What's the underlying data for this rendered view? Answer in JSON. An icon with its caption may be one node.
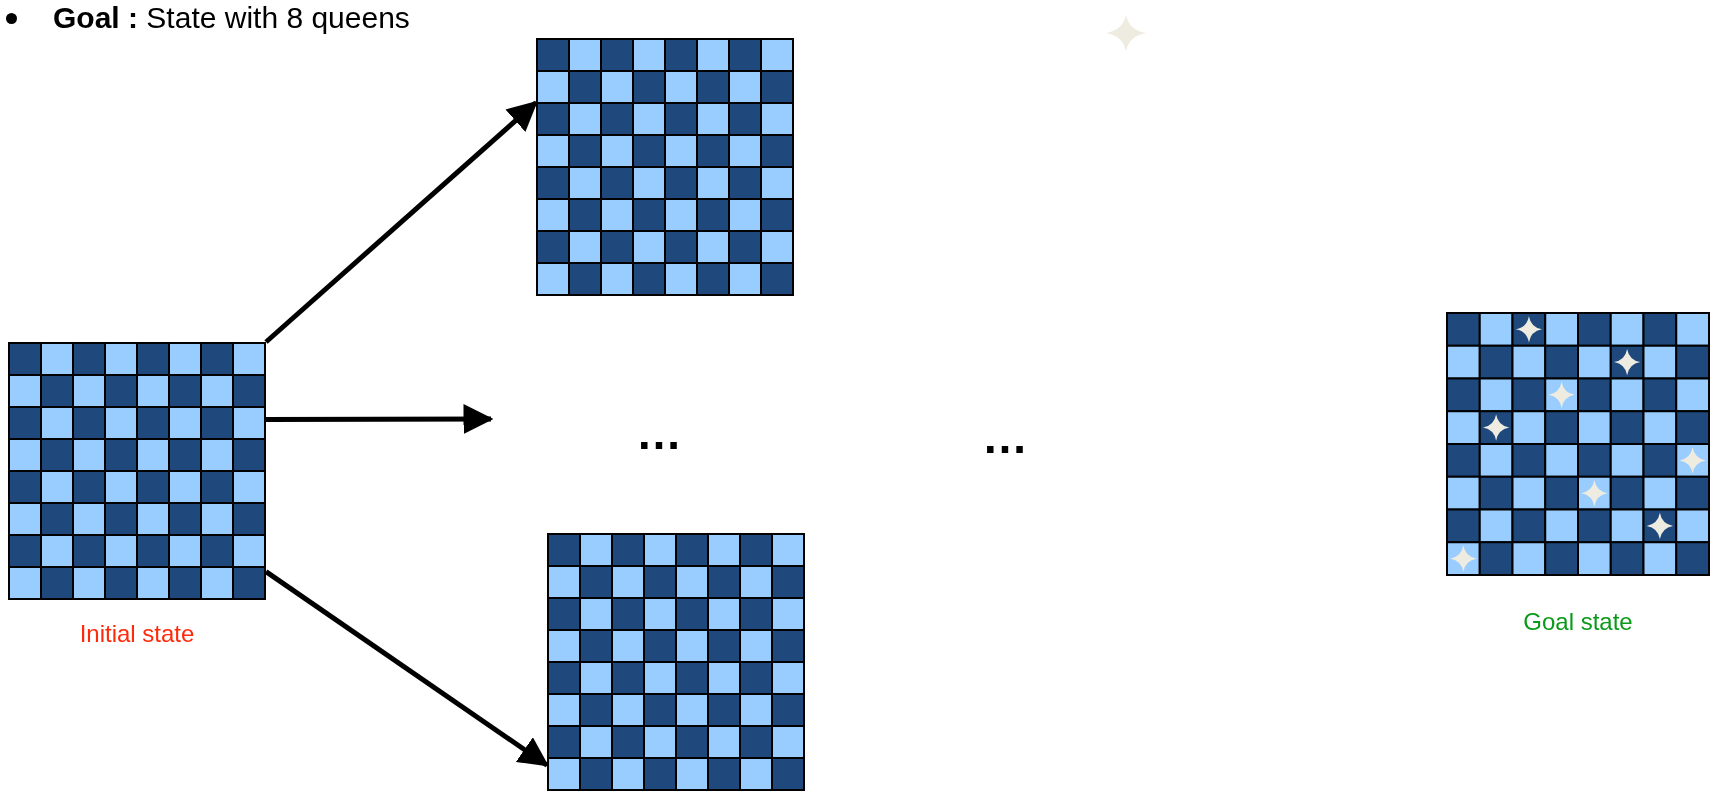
{
  "diagram": {
    "title": "**Goal :** State with 8 queens",
    "nodes": [
      {
        "text": [],
        "shape": "picture",
        "beside": [
          "Initial state"
        ]
      },
      {
        "text": [],
        "shape": "picture"
      },
      {
        "text": [],
        "shape": "picture"
      },
      {
        "text": [],
        "shape": "picture",
        "beside": [
          "Goal state"
        ]
      }
    ],
    "edges": [
      {
        "from": 0,
        "to": 1,
        "arrow": "to"
      },
      {
        "from": 0,
        "to": null,
        "arrow": "to"
      },
      {
        "from": 0,
        "to": 2,
        "arrow": "to"
      }
    ],
    "labels": [
      "…",
      "…"
    ]
  }
}
